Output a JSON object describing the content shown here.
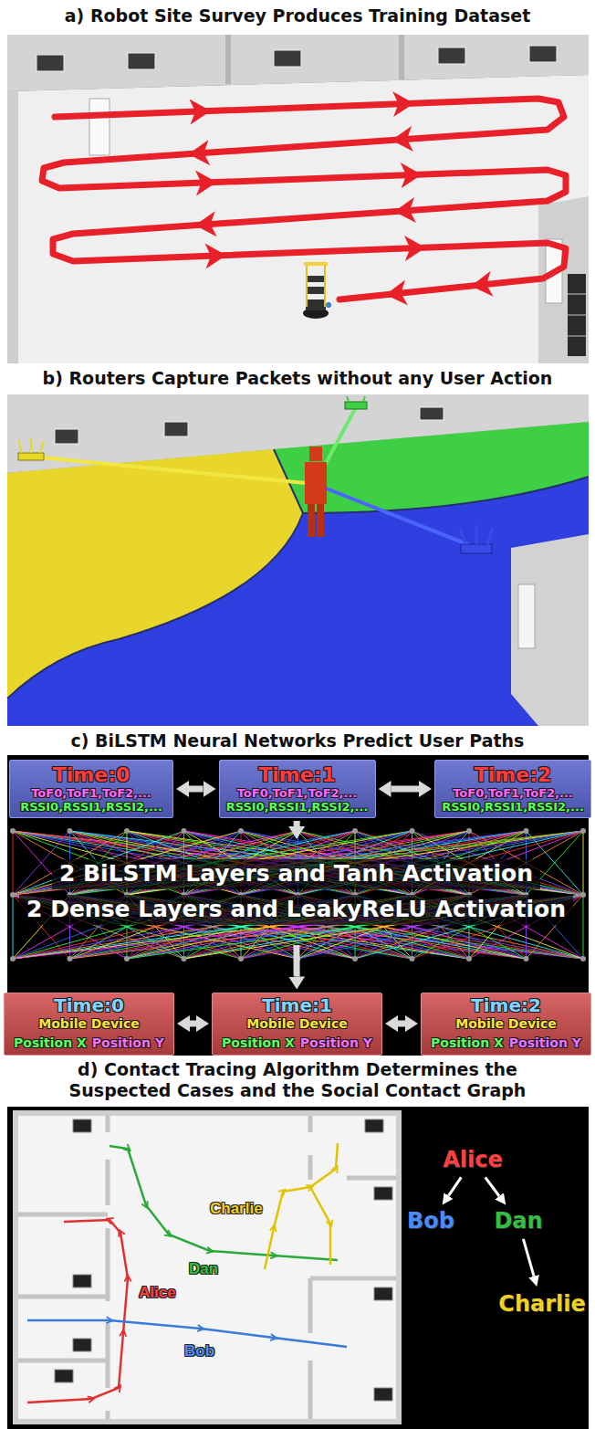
{
  "diagram": {
    "nodes": [
      {
        "text": [
          "a) Robot Site Survey Produces Training Dataset"
        ]
      },
      {
        "text": [
          "b) Routers Capture Packets without any User Action"
        ]
      },
      {
        "text": [
          "c) BiLSTM Neural Networks Predict User Paths"
        ]
      },
      {
        "text": [
          "Time:0",
          "ToF0,ToF1,ToF2,...",
          "RSSI0,RSSI1,RSSI2,..."
        ],
        "in": 2
      },
      {
        "text": [
          "Time:1",
          "ToF0,ToF1,ToF2,...",
          "RSSI0,RSSI1,RSSI2,..."
        ],
        "in": 2
      },
      {
        "text": [
          "Time:2",
          "ToF0,ToF1,ToF2,...",
          "RSSI0,RSSI1,RSSI2,..."
        ],
        "in": 2
      },
      {
        "text": [
          "2 BiLSTM Layers and Tanh Activation",
          "2 Dense Layers and LeakyReLU Activation"
        ],
        "in": 2
      },
      {
        "text": [
          "Time:0",
          "Mobile Device",
          "Position X",
          "Position Y"
        ],
        "in": 2
      },
      {
        "text": [
          "Time:1",
          "Mobile Device",
          "Position X",
          "Position Y"
        ],
        "in": 2
      },
      {
        "text": [
          "Time:2",
          "Mobile Device",
          "Position X",
          "Position Y"
        ],
        "in": 2
      },
      {
        "text": [
          "d) Contact Tracing Algorithm Determines the Suspected Cases and the Social Contact Graph"
        ]
      },
      {
        "text": [
          "Alice"
        ],
        "in": 10
      },
      {
        "text": [
          "Bob"
        ],
        "in": 10
      },
      {
        "text": [
          "Dan"
        ],
        "in": 10
      },
      {
        "text": [
          "Charlie"
        ],
        "in": 10
      }
    ],
    "edges": [
      {
        "from": 3,
        "to": 4,
        "arrow": "both"
      },
      {
        "from": 4,
        "to": 5,
        "arrow": "both"
      },
      {
        "from": 4,
        "to": 6,
        "arrow": "to"
      },
      {
        "from": 6,
        "to": 8,
        "arrow": "to"
      },
      {
        "from": 7,
        "to": 8,
        "arrow": "both"
      },
      {
        "from": 8,
        "to": 9,
        "arrow": "both"
      },
      {
        "from": 11,
        "to": 12,
        "arrow": "to"
      },
      {
        "from": 11,
        "to": 13,
        "arrow": "to"
      },
      {
        "from": 13,
        "to": 14,
        "arrow": "to"
      }
    ],
    "labels": [
      "Charlie",
      "Dan",
      "Alice",
      "Bob"
    ]
  }
}
